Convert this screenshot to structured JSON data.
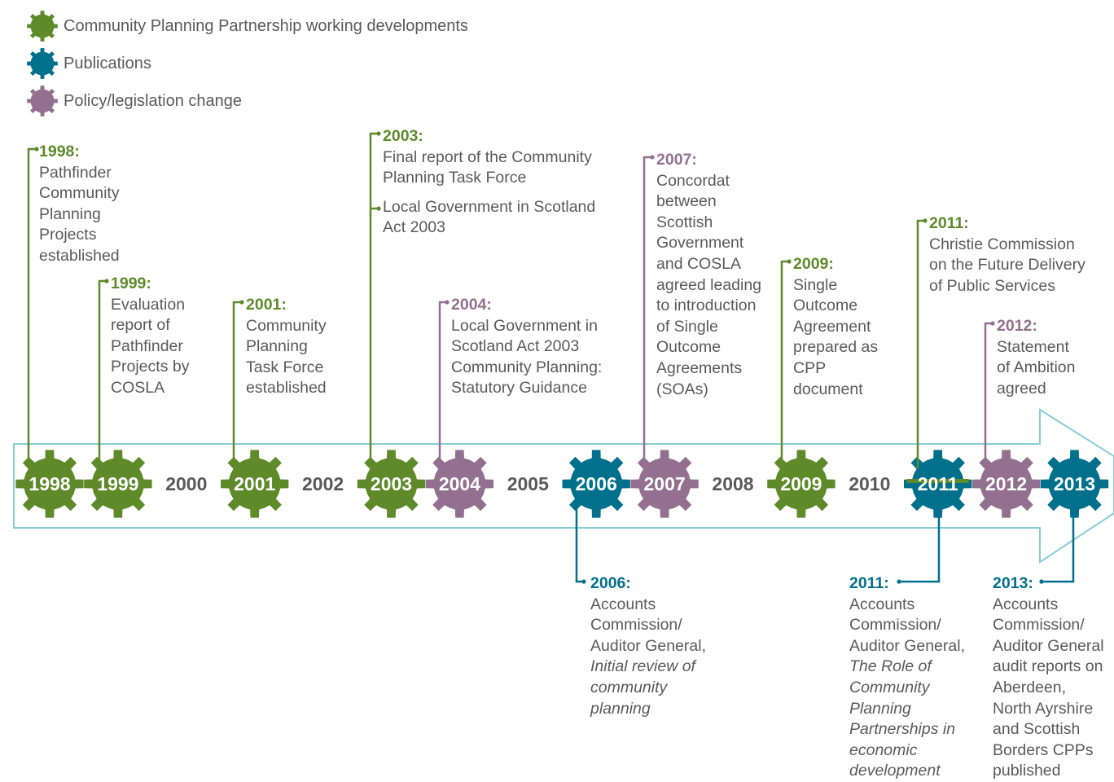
{
  "colors": {
    "green": "#5e8a2a",
    "blue": "#00708c",
    "purple": "#93708f",
    "arrow_outline": "#87cdd7",
    "text": "#5a5a5a"
  },
  "legend": [
    {
      "category": "green",
      "icon": "gear-icon",
      "label": "Community Planning Partnership working developments"
    },
    {
      "category": "blue",
      "icon": "gear-icon",
      "label": "Publications"
    },
    {
      "category": "purple",
      "icon": "gear-icon",
      "label": "Policy/legislation change"
    }
  ],
  "timeline": [
    {
      "year": "1998",
      "category": "green"
    },
    {
      "year": "1999",
      "category": "green"
    },
    {
      "year": "2000",
      "category": null
    },
    {
      "year": "2001",
      "category": "green"
    },
    {
      "year": "2002",
      "category": null
    },
    {
      "year": "2003",
      "category": "green"
    },
    {
      "year": "2004",
      "category": "purple"
    },
    {
      "year": "2005",
      "category": null
    },
    {
      "year": "2006",
      "category": "blue"
    },
    {
      "year": "2007",
      "category": "purple"
    },
    {
      "year": "2008",
      "category": null
    },
    {
      "year": "2009",
      "category": "green"
    },
    {
      "year": "2010",
      "category": null
    },
    {
      "year": "2011",
      "category": "blue-green"
    },
    {
      "year": "2012",
      "category": "purple"
    },
    {
      "year": "2013",
      "category": "blue"
    }
  ],
  "events": {
    "e1998": {
      "year_label": "1998:",
      "lines": [
        "Pathfinder",
        "Community",
        "Planning",
        "Projects",
        "established"
      ]
    },
    "e1999": {
      "year_label": "1999:",
      "lines": [
        "Evaluation",
        "report of",
        "Pathfinder",
        "Projects by",
        "COSLA"
      ]
    },
    "e2001": {
      "year_label": "2001:",
      "lines": [
        "Community",
        "Planning",
        "Task Force",
        "established"
      ]
    },
    "e2003": {
      "year_label": "2003:",
      "lines": [
        "Final report of the Community",
        "Planning Task Force"
      ],
      "extra_lines": [
        "Local Government in Scotland",
        "Act 2003"
      ]
    },
    "e2004": {
      "year_label": "2004:",
      "lines": [
        "Local Government in",
        "Scotland Act 2003",
        "Community Planning:",
        "Statutory Guidance"
      ]
    },
    "e2007": {
      "year_label": "2007:",
      "lines": [
        "Concordat",
        "between",
        "Scottish",
        "Government",
        "and COSLA",
        "agreed leading",
        "to introduction",
        "of Single",
        "Outcome",
        "Agreements",
        "(SOAs)"
      ]
    },
    "e2009": {
      "year_label": "2009:",
      "lines": [
        "Single",
        "Outcome",
        "Agreement",
        "prepared as",
        "CPP",
        "document"
      ]
    },
    "e2011a": {
      "year_label": "2011:",
      "lines": [
        "Christie Commission",
        "on the Future Delivery",
        "of Public Services"
      ]
    },
    "e2012": {
      "year_label": "2012:",
      "lines": [
        "Statement",
        "of Ambition",
        "agreed"
      ]
    },
    "e2006": {
      "year_label": "2006:",
      "lines": [
        "Accounts",
        "Commission/",
        "Auditor General,"
      ],
      "italic_lines": [
        "Initial review of",
        "community",
        "planning"
      ]
    },
    "e2011b": {
      "year_label": "2011:",
      "lines": [
        "Accounts",
        "Commission/",
        "Auditor General,"
      ],
      "italic_lines": [
        "The Role of",
        "Community",
        "Planning",
        "Partnerships in",
        "economic",
        "development"
      ]
    },
    "e2013": {
      "year_label": "2013:",
      "lines": [
        "Accounts",
        "Commission/",
        "Auditor General",
        "audit reports on",
        "Aberdeen,",
        "North Ayrshire",
        "and Scottish",
        "Borders CPPs",
        "published"
      ]
    }
  }
}
